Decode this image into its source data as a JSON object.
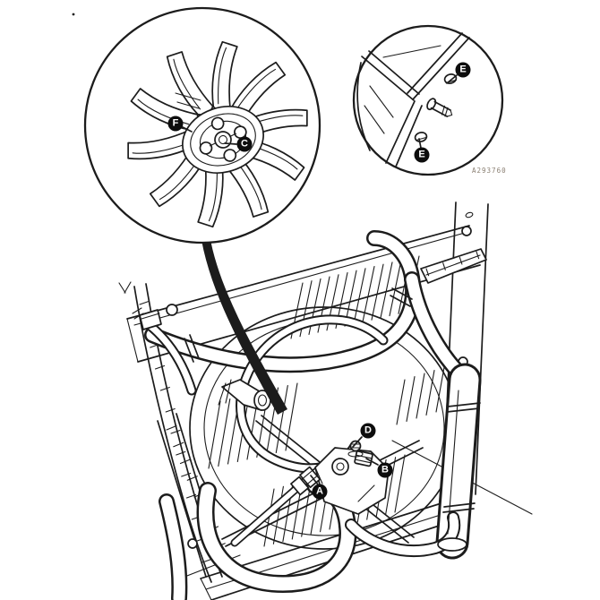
{
  "figure": {
    "code": "A293760"
  },
  "callouts": {
    "a": "A",
    "b": "B",
    "c": "C",
    "d": "D",
    "e_top": "E",
    "e_bottom": "E",
    "f": "F"
  },
  "colors": {
    "background": "#ffffff",
    "line": "#1c1c1c",
    "badge_bg": "#0d0d0d",
    "badge_text": "#ffffff",
    "figure_code_text": "#8a7f72"
  }
}
